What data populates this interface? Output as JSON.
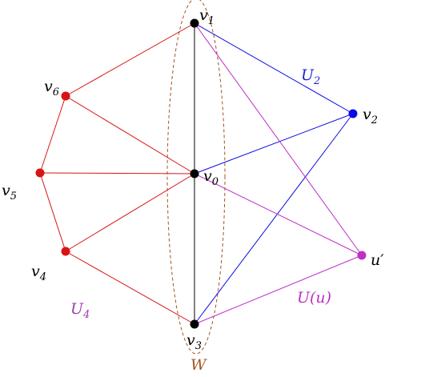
{
  "colors": {
    "black": "#000000",
    "red": "#d91414",
    "blue": "#0a0ae6",
    "magenta": "#bf2fc6",
    "w_region": "#a5551e",
    "u2_text": "#1f1fd0",
    "u4_text": "#a03ab0",
    "uu_text": "#c02ec5"
  },
  "vertices": {
    "v0": {
      "base": "v",
      "sub": "0",
      "color": "black"
    },
    "v1": {
      "base": "v",
      "sub": "1",
      "color": "black"
    },
    "v2": {
      "base": "v",
      "sub": "2",
      "color": "blue"
    },
    "v3": {
      "base": "v",
      "sub": "3",
      "color": "black"
    },
    "v4": {
      "base": "v",
      "sub": "4",
      "color": "red"
    },
    "v5": {
      "base": "v",
      "sub": "5",
      "color": "red"
    },
    "v6": {
      "base": "v",
      "sub": "6",
      "color": "red"
    },
    "u_prime": {
      "text": "u′",
      "color": "magenta"
    }
  },
  "edges": [
    {
      "from": "v1",
      "to": "v3",
      "color": "black"
    },
    {
      "from": "v1",
      "to": "v6",
      "color": "red"
    },
    {
      "from": "v6",
      "to": "v5",
      "color": "red"
    },
    {
      "from": "v5",
      "to": "v4",
      "color": "red"
    },
    {
      "from": "v4",
      "to": "v3",
      "color": "red"
    },
    {
      "from": "v6",
      "to": "v0",
      "color": "red"
    },
    {
      "from": "v5",
      "to": "v0",
      "color": "red"
    },
    {
      "from": "v4",
      "to": "v0",
      "color": "red"
    },
    {
      "from": "v1",
      "to": "v2",
      "color": "blue"
    },
    {
      "from": "v0",
      "to": "v2",
      "color": "blue"
    },
    {
      "from": "v3",
      "to": "v2",
      "color": "blue"
    },
    {
      "from": "v1",
      "to": "u_prime",
      "color": "magenta"
    },
    {
      "from": "v0",
      "to": "u_prime",
      "color": "magenta"
    },
    {
      "from": "v3",
      "to": "u_prime",
      "color": "magenta"
    }
  ],
  "region_labels": {
    "u2": "U",
    "u2_sub": "2",
    "u4": "U",
    "u4_sub": "4",
    "uu": "U(u)",
    "w": "W"
  }
}
